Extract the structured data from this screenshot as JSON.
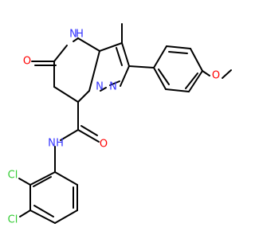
{
  "colors": {
    "bond": "#000000",
    "carbon": "#000000",
    "nitrogen": "#3333ff",
    "oxygen": "#ff0000",
    "chlorine": "#33cc33",
    "background": "#ffffff"
  },
  "atoms": {
    "n4h": {
      "text": "H",
      "element": "N"
    },
    "n4": {
      "text": "N",
      "element": "N"
    },
    "o_keto": {
      "text": "O",
      "element": "O"
    },
    "n_ring_a": {
      "text": "N",
      "element": "N"
    },
    "n_ring_b": {
      "text": "N",
      "element": "N"
    },
    "o_methoxy": {
      "text": "O",
      "element": "O"
    },
    "o_amide": {
      "text": "O",
      "element": "O"
    },
    "n_amide": {
      "text": "N",
      "element": "N"
    },
    "n_amide_h": {
      "text": "H",
      "element": "N"
    },
    "cl_a": {
      "text": "Cl",
      "element": "Cl"
    },
    "cl_b": {
      "text": "Cl",
      "element": "Cl"
    }
  }
}
